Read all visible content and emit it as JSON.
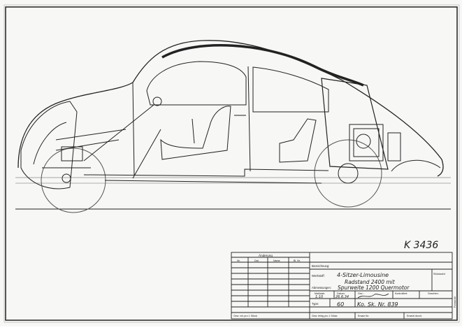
{
  "drawing_number": "K 3436",
  "title_block": {
    "changes_header": "Änderung",
    "changes_cols": [
      "Nr.",
      "Dat.",
      "Name",
      "Bl. Nr."
    ],
    "bezeichnung_label": "Bezeichnung:",
    "werkstoff_label": "Werkstoff:",
    "werkstoff_value": "4-Sitzer-Limousine",
    "radstand_value": "Radstand 2400 mit",
    "abmessungen_label": "Abmessungen:",
    "spurweite_value": "Spurweite 1200 Quermotor",
    "stueckzahl_label": "Stückzahl:",
    "massstab_label": "Maßstab:",
    "massstab_value": "1:10",
    "datum_label": "Datum:",
    "datum_value": "26.6.34",
    "gez_label": "Gez.:",
    "kontrolliert_label": "Kontrolliert:",
    "gesehen_label": "Gesehen:",
    "typ_label": "Type:",
    "typ_value": "60",
    "number_value": "Ko. Sk. Nr. 839",
    "row_roh": "Gew. roh pro 1 Stück:",
    "row_fertig": "Gew. fertig pro 1 Stück:",
    "ersatz_label": "Ersatz für:",
    "ersetzt_label": "Ersetzt durch:",
    "side_text": "Format A4"
  }
}
